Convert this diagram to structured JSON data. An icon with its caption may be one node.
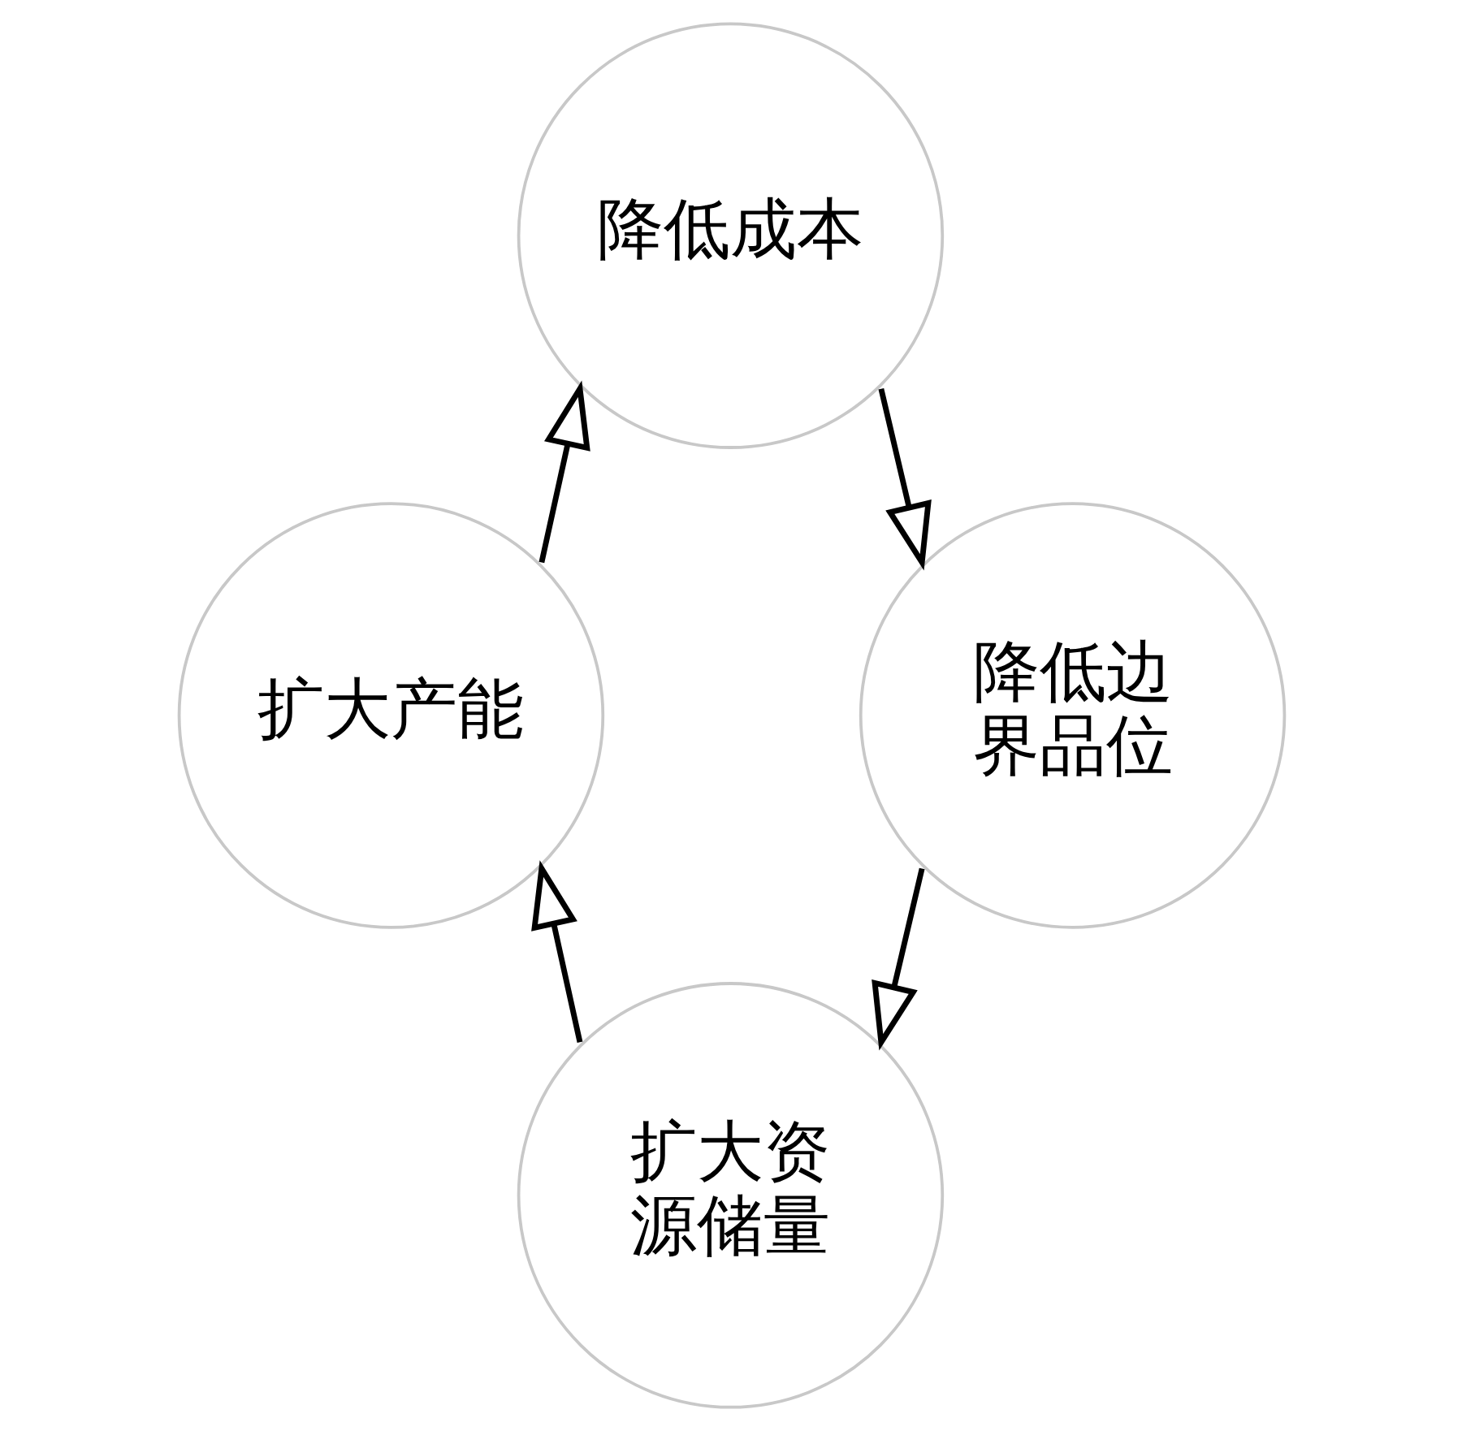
{
  "diagram": {
    "nodes": [
      {
        "text": [
          "降低成本"
        ]
      },
      {
        "text": [
          "降低边界品位"
        ]
      },
      {
        "text": [
          "扩大资源储量"
        ]
      },
      {
        "text": [
          "扩大产能"
        ]
      }
    ],
    "edges": [
      {
        "from": 0,
        "to": 1,
        "arrow": "to"
      },
      {
        "from": 1,
        "to": 2,
        "arrow": "to"
      },
      {
        "from": 2,
        "to": 3,
        "arrow": "to"
      },
      {
        "from": 3,
        "to": 0,
        "arrow": "to"
      }
    ]
  }
}
